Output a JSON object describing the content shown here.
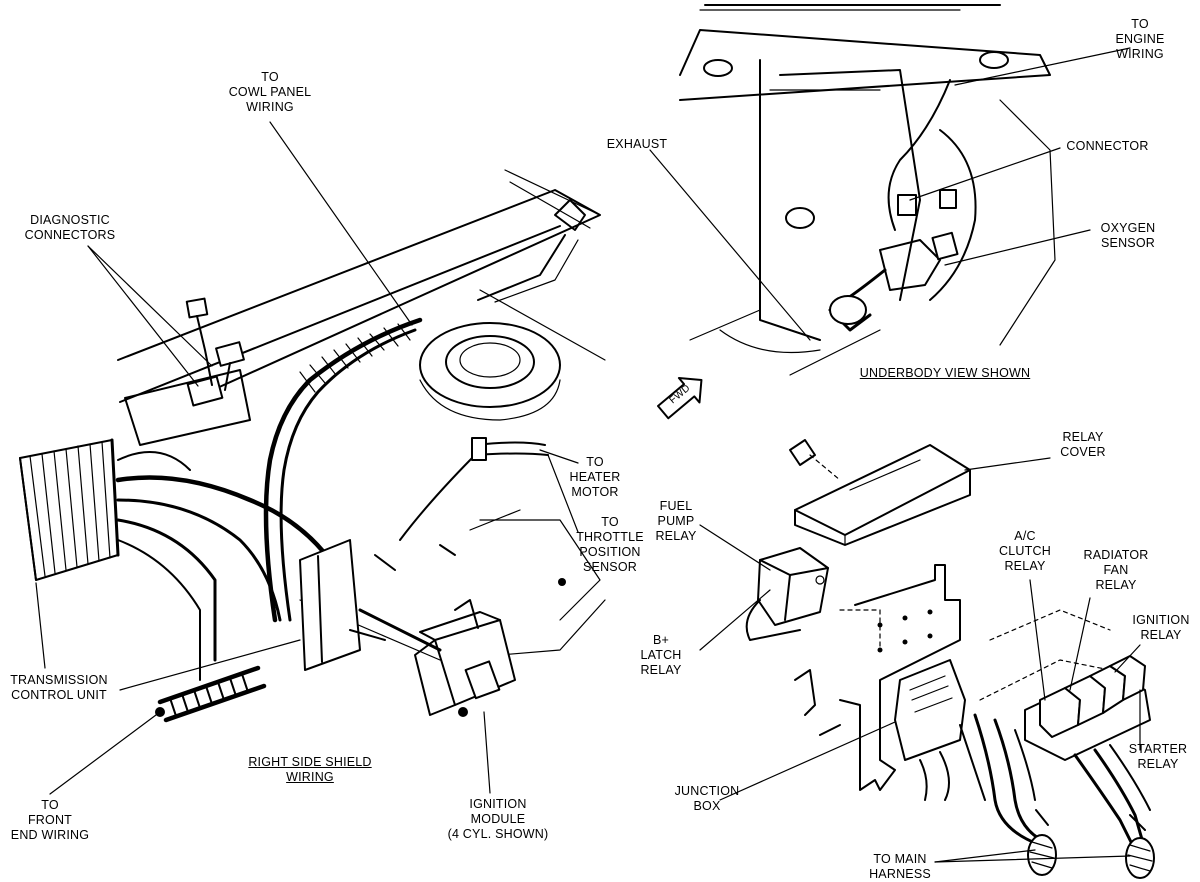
{
  "labels": {
    "to_cowl_panel_wiring": "TO\nCOWL PANEL\nWIRING",
    "diagnostic_connectors": "DIAGNOSTIC\nCONNECTORS",
    "transmission_control_unit": "TRANSMISSION\nCONTROL UNIT",
    "to_front_end_wiring": "TO\nFRONT\nEND WIRING",
    "right_side_shield_wiring": "RIGHT SIDE SHIELD\nWIRING",
    "ignition_module": "IGNITION\nMODULE\n(4 CYL. SHOWN)",
    "to_heater_motor": "TO\nHEATER\nMOTOR",
    "to_throttle_position_sensor": "TO\nTHROTTLE\nPOSITION\nSENSOR",
    "exhaust": "EXHAUST",
    "to_engine_wiring": "TO\nENGINE\nWIRING",
    "connector": "CONNECTOR",
    "oxygen_sensor": "OXYGEN\nSENSOR",
    "underbody_view_shown": "UNDERBODY VIEW SHOWN",
    "fwd": "FWD",
    "relay_cover": "RELAY\nCOVER",
    "fuel_pump_relay": "FUEL\nPUMP\nRELAY",
    "b_plus_latch_relay": "B+\nLATCH\nRELAY",
    "ac_clutch_relay": "A/C\nCLUTCH\nRELAY",
    "radiator_fan_relay": "RADIATOR\nFAN\nRELAY",
    "ignition_relay": "IGNITION\nRELAY",
    "starter_relay": "STARTER\nRELAY",
    "junction_box": "JUNCTION\nBOX",
    "to_main_harness": "TO MAIN\nHARNESS"
  }
}
